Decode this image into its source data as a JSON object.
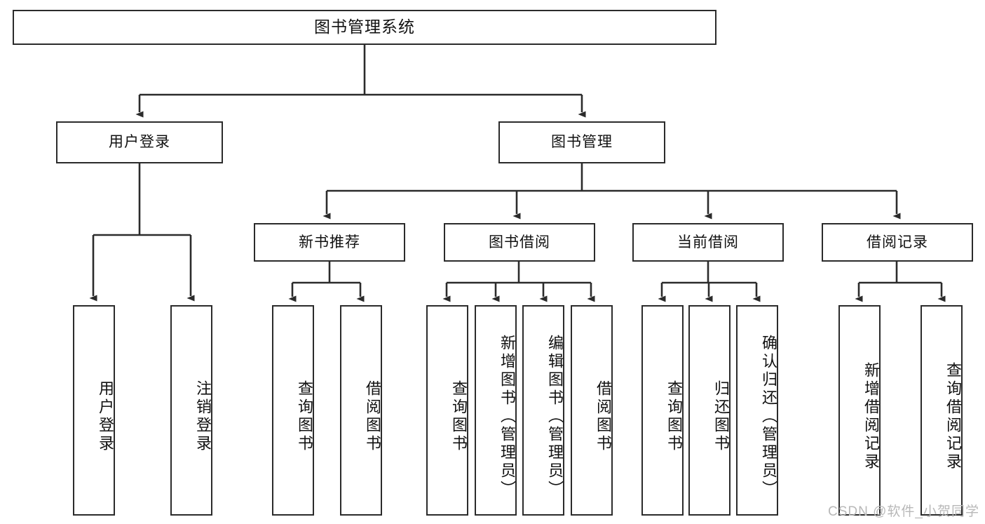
{
  "diagram": {
    "title": "图书管理系统",
    "type": "功能结构图",
    "watermark": "CSDN @软件_小贺同学",
    "colors": {
      "box_border": "#2b2b2b",
      "box_fill": "#ffffff",
      "edge": "#2b2b2b",
      "text": "#111111",
      "watermark": "#b8b8b8",
      "background": "#ffffff"
    },
    "root": {
      "label": "图书管理系统"
    },
    "level1": [
      {
        "id": "login",
        "label": "用户登录"
      },
      {
        "id": "bookmgmt",
        "label": "图书管理"
      }
    ],
    "level2": [
      {
        "id": "newbook",
        "label": "新书推荐",
        "parent": "bookmgmt"
      },
      {
        "id": "borrow",
        "label": "图书借阅",
        "parent": "bookmgmt"
      },
      {
        "id": "current",
        "label": "当前借阅",
        "parent": "bookmgmt"
      },
      {
        "id": "record",
        "label": "借阅记录",
        "parent": "bookmgmt"
      }
    ],
    "leaves": {
      "login": [
        {
          "label": "用户登录"
        },
        {
          "label": "注销登录"
        }
      ],
      "newbook": [
        {
          "label": "查询图书"
        },
        {
          "label": "借阅图书"
        }
      ],
      "borrow": [
        {
          "label": "查询图书"
        },
        {
          "label": "新增图书（管理员）"
        },
        {
          "label": "编辑图书（管理员）"
        },
        {
          "label": "借阅图书"
        }
      ],
      "current": [
        {
          "label": "查询图书"
        },
        {
          "label": "归还图书"
        },
        {
          "label": "确认归还（管理员）"
        }
      ],
      "record": [
        {
          "label": "新增借阅记录"
        },
        {
          "label": "查询借阅记录"
        }
      ]
    }
  }
}
